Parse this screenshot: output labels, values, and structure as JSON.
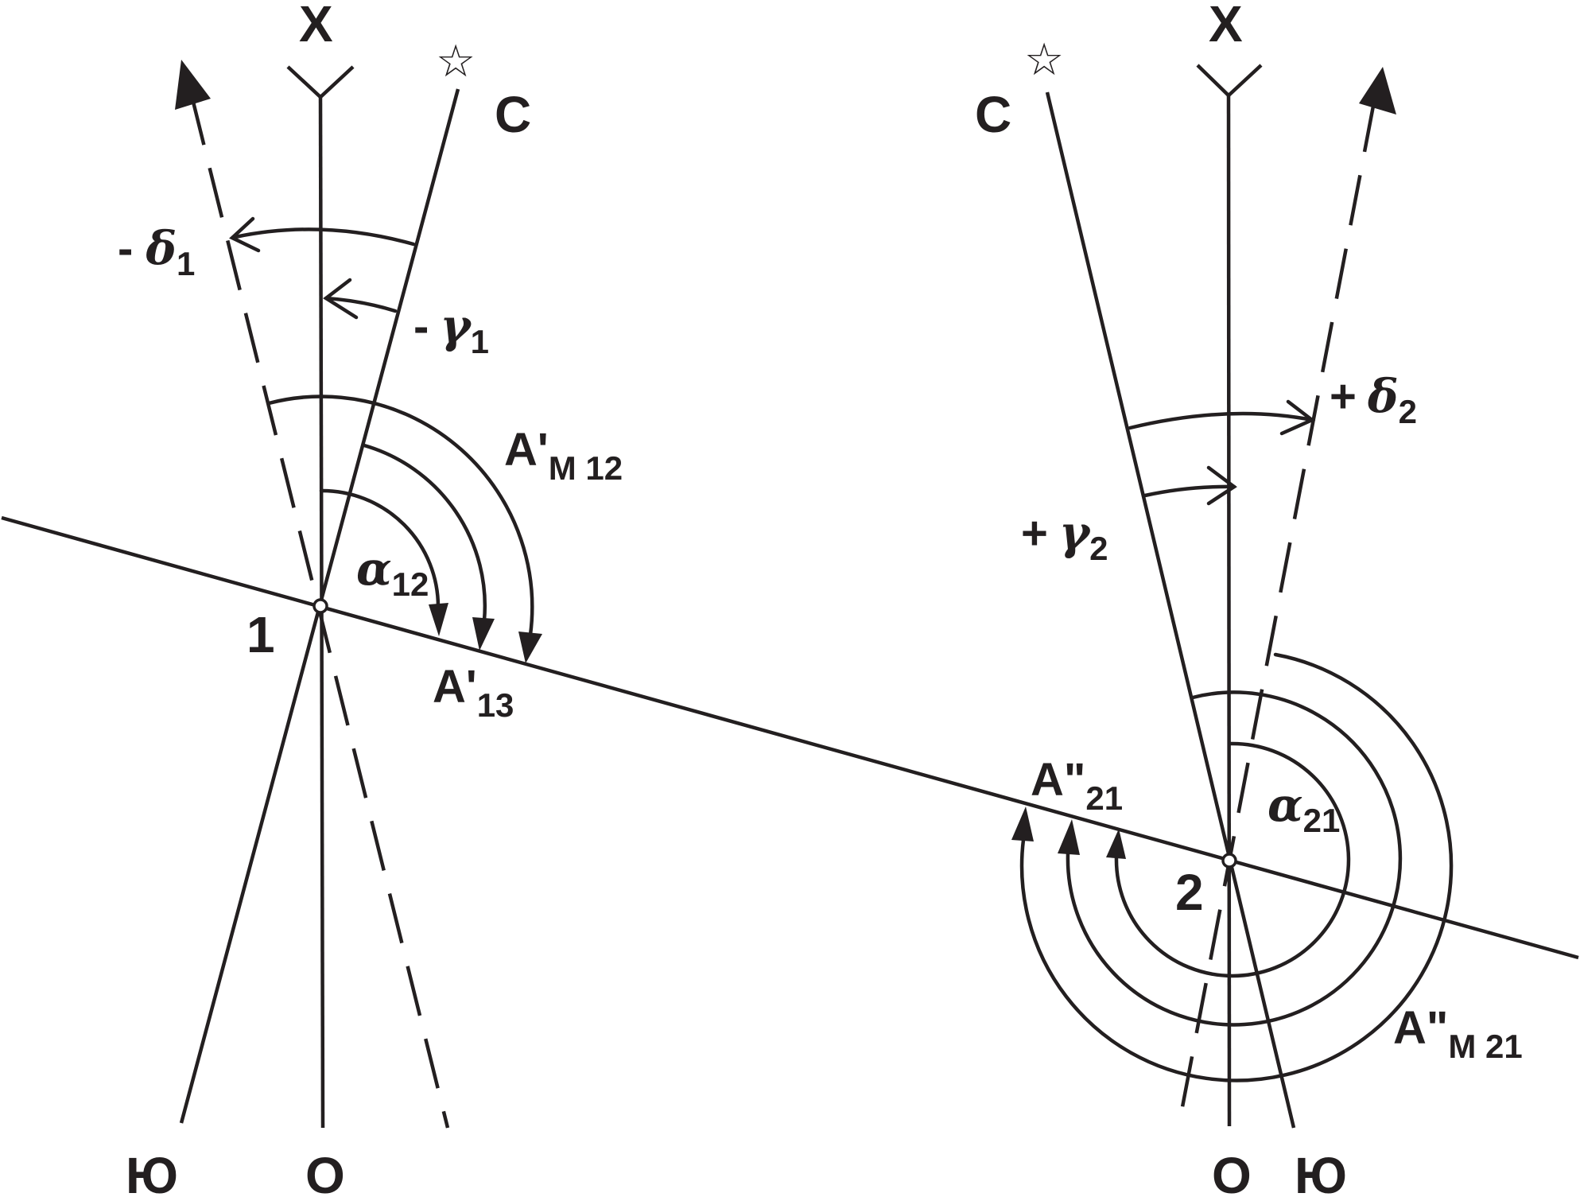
{
  "diagram": {
    "station1": {
      "point_label": "1",
      "north_label": "X",
      "south_label": "O",
      "true_north_label": "С",
      "true_south_label": "Ю",
      "declination": {
        "sign": "-",
        "symbol": "δ",
        "sub": "1"
      },
      "convergence": {
        "sign": "-",
        "symbol": "γ",
        "sub": "1"
      },
      "magnetic_azimuth": {
        "symbol": "A'",
        "sub": "М 12"
      },
      "true_azimuth": {
        "symbol": "A'",
        "sub": "13"
      },
      "directional_angle": {
        "symbol": "α",
        "sub": "12"
      }
    },
    "station2": {
      "point_label": "2",
      "north_label": "X",
      "south_label": "O",
      "true_north_label": "С",
      "true_south_label": "Ю",
      "declination": {
        "sign": "+",
        "symbol": "δ",
        "sub": "2"
      },
      "convergence": {
        "sign": "+",
        "symbol": "γ",
        "sub": "2"
      },
      "magnetic_azimuth": {
        "symbol": "A\"",
        "sub": "М 21"
      },
      "true_azimuth": {
        "symbol": "A\"",
        "sub": "21"
      },
      "directional_angle": {
        "symbol": "α",
        "sub": "21"
      }
    },
    "star_glyph": "☆"
  }
}
